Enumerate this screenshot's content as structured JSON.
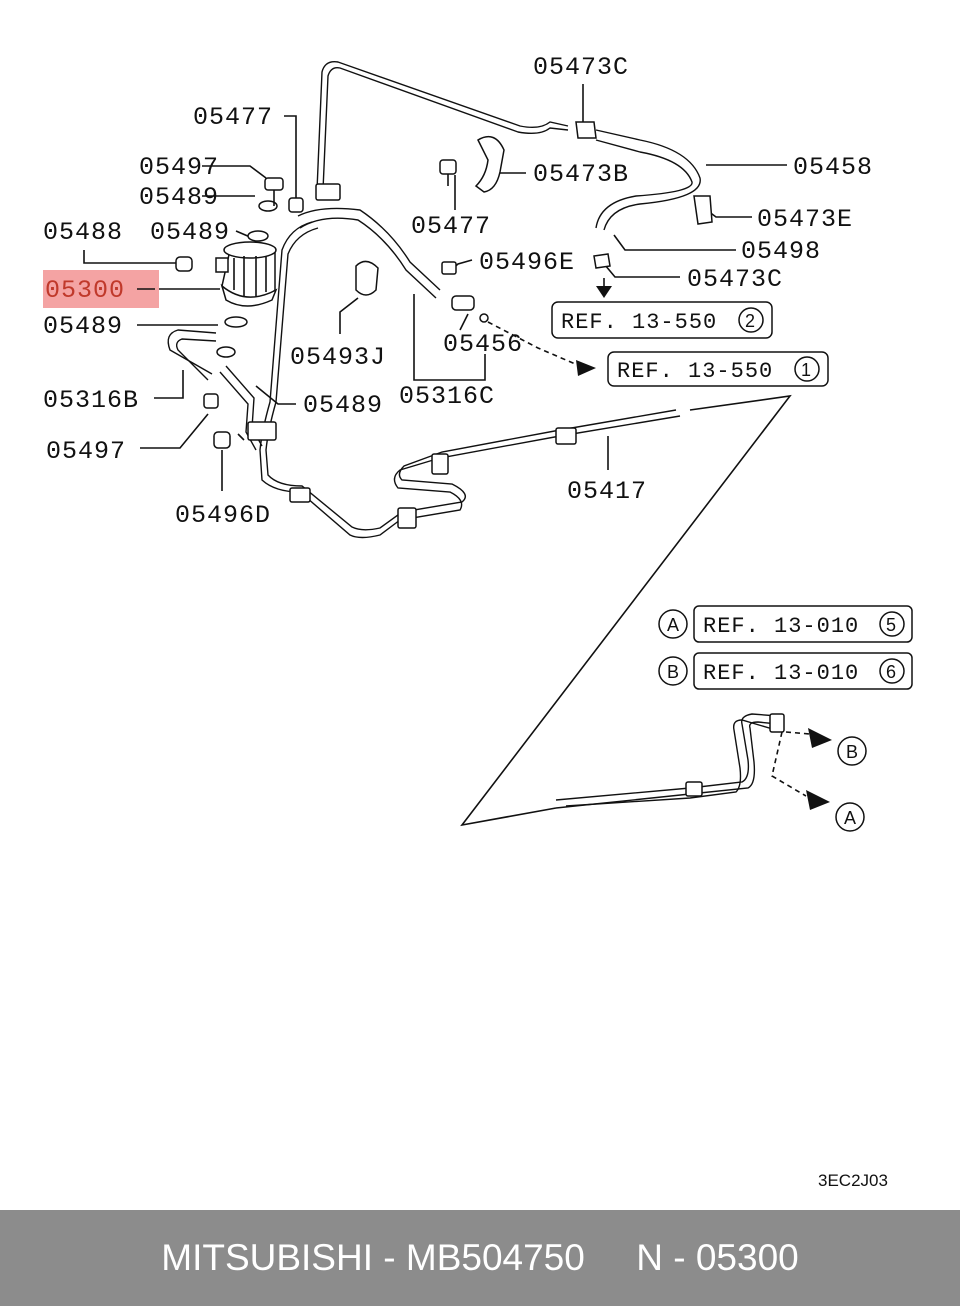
{
  "labels": {
    "p05473C_top": "05473C",
    "p05477_top": "05477",
    "p05497_top": "05497",
    "p05458": "05458",
    "p05489_a": "05489",
    "p05473B": "05473B",
    "p05488": "05488",
    "p05489_b": "05489",
    "p05477_mid": "05477",
    "p05473E": "05473E",
    "p05498": "05498",
    "p05496E": "05496E",
    "p05300": "05300",
    "p05473C_bot": "05473C",
    "p05489_c": "05489",
    "p05456": "05456",
    "p05493J": "05493J",
    "p05316B": "05316B",
    "p05489_d": "05489",
    "p05316C": "05316C",
    "p05497_bot": "05497",
    "p05417": "05417",
    "p05496D": "05496D"
  },
  "refs": {
    "ref2_text": "REF. 13-550",
    "ref2_num": "2",
    "ref1_text": "REF. 13-550",
    "ref1_num": "1",
    "refA_letter": "A",
    "refA_text": "REF. 13-010",
    "refA_num": "5",
    "refB_letter": "B",
    "refB_text": "REF. 13-010",
    "refB_num": "6",
    "arrowB_letter": "B",
    "arrowA_letter": "A"
  },
  "diagram_code": "3EC2J03",
  "highlight_color": "#f4a3a3",
  "footer": {
    "brand_part": "MITSUBISHI - MB504750",
    "ref_part": "N - 05300"
  }
}
